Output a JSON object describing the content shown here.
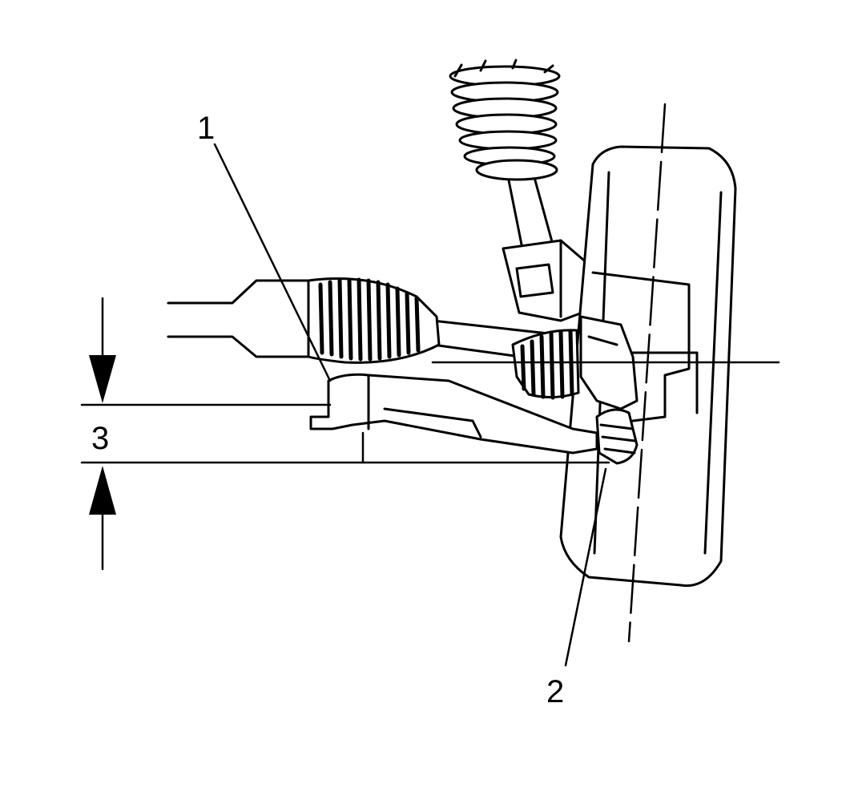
{
  "labels": {
    "callout_1": "1",
    "callout_2": "2",
    "callout_3": "3"
  },
  "colors": {
    "ink": "#000000",
    "paper": "#ffffff"
  }
}
